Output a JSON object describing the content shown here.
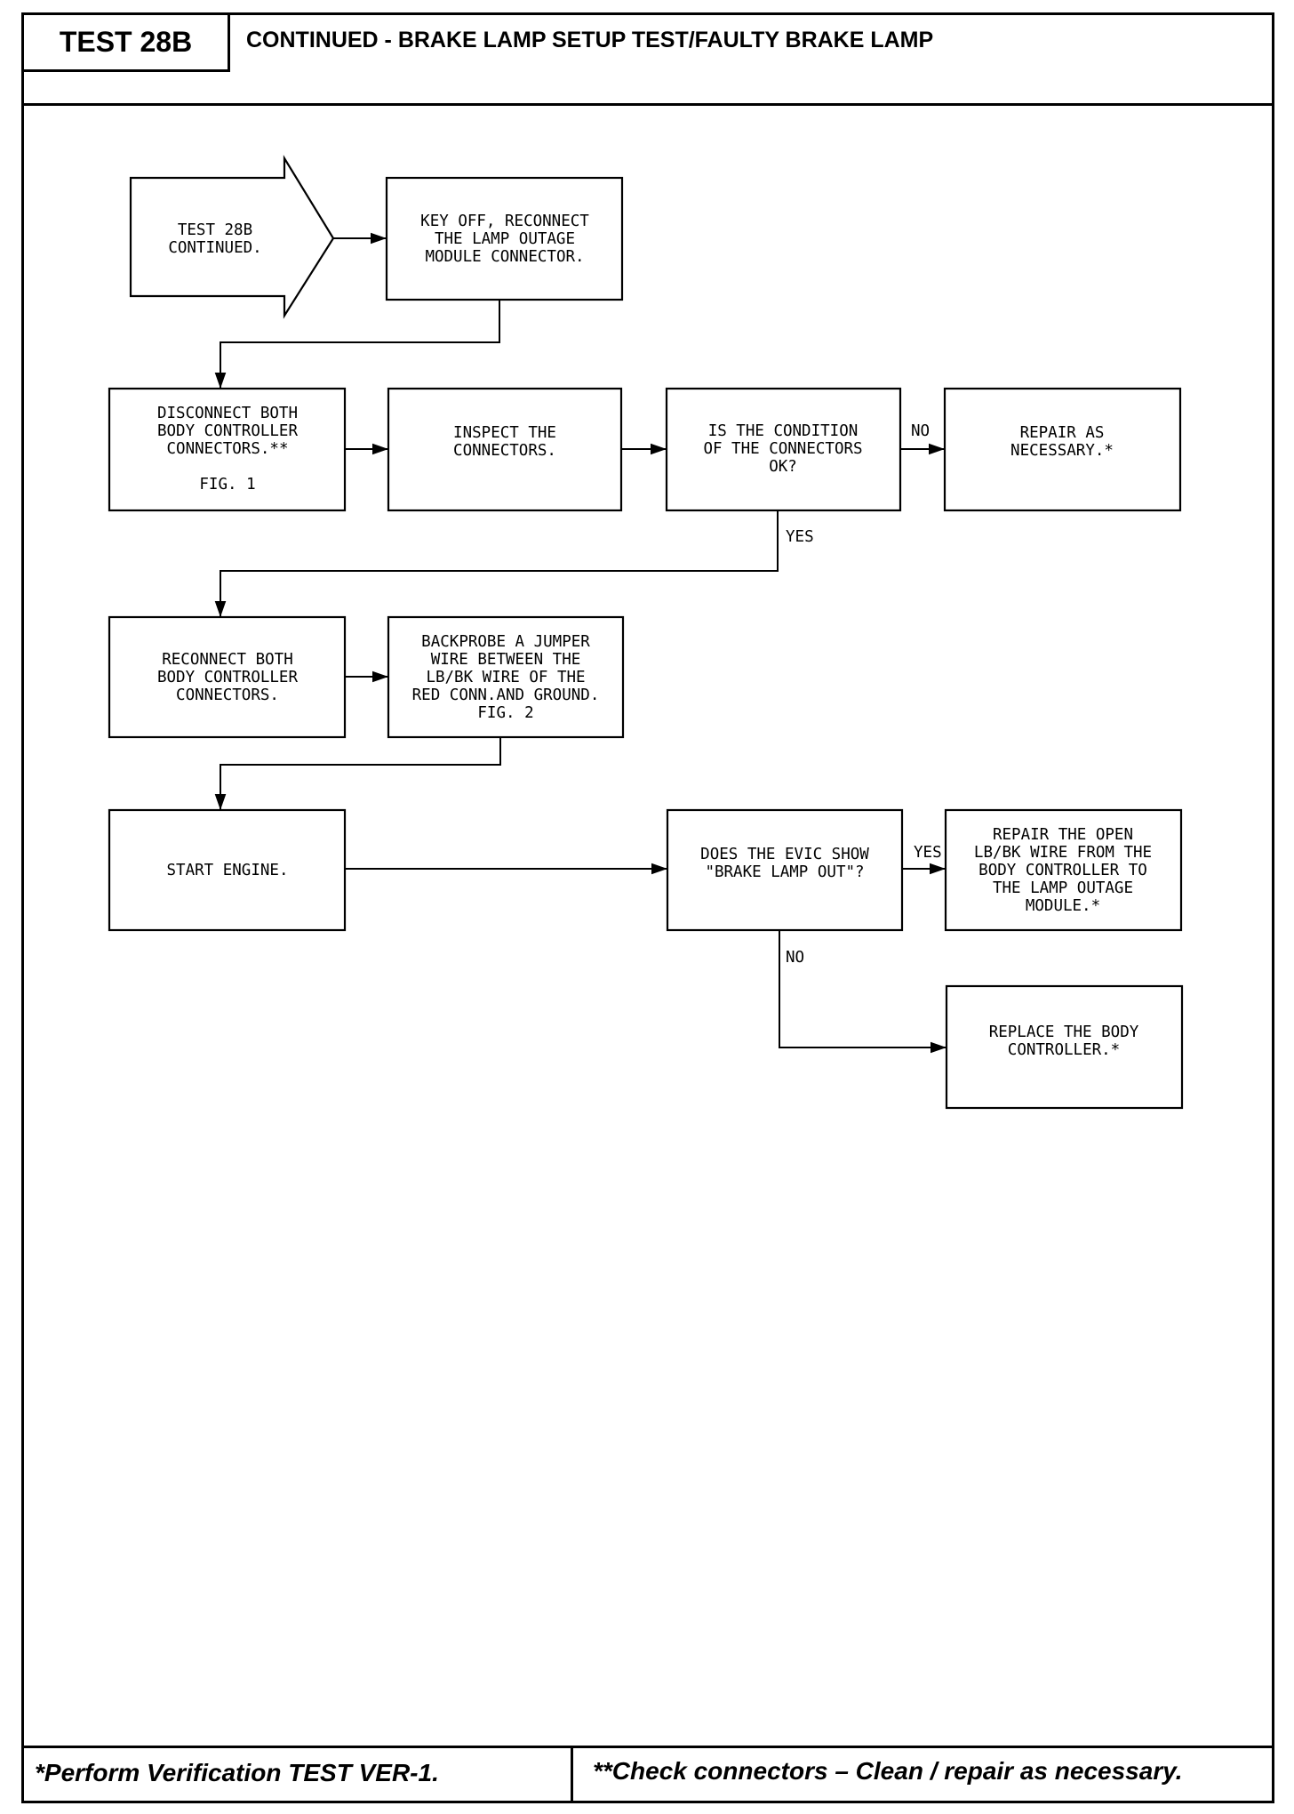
{
  "header": {
    "test_id": "TEST 28B",
    "title": "CONTINUED - BRAKE LAMP SETUP TEST/FAULTY BRAKE LAMP"
  },
  "footer": {
    "left_note": "*Perform Verification TEST VER-1.",
    "right_note": "**Check connectors – Clean / repair as necessary."
  },
  "flowchart": {
    "start_arrow": [
      "TEST 28B",
      "CONTINUED."
    ],
    "key_off": [
      "KEY OFF, RECONNECT",
      "THE LAMP OUTAGE",
      "MODULE CONNECTOR."
    ],
    "disconnect": [
      "DISCONNECT BOTH",
      "BODY CONTROLLER",
      "CONNECTORS.**",
      "",
      "FIG. 1"
    ],
    "inspect": [
      "INSPECT THE",
      "CONNECTORS."
    ],
    "condition_ok": [
      "IS THE CONDITION",
      "OF THE CONNECTORS",
      "OK?"
    ],
    "repair_necessary": [
      "REPAIR AS",
      "NECESSARY.*"
    ],
    "reconnect": [
      "RECONNECT BOTH",
      "BODY CONTROLLER",
      "CONNECTORS."
    ],
    "backprobe": [
      "BACKPROBE A JUMPER",
      "WIRE BETWEEN THE",
      "LB/BK WIRE OF THE",
      "RED CONN.AND GROUND.",
      "FIG. 2"
    ],
    "start_engine": [
      "START ENGINE."
    ],
    "evic_show": [
      "DOES THE EVIC SHOW",
      "\"BRAKE LAMP OUT\"?"
    ],
    "repair_open": [
      "REPAIR THE OPEN",
      "LB/BK WIRE FROM THE",
      "BODY CONTROLLER TO",
      "THE LAMP OUTAGE",
      "MODULE.*"
    ],
    "replace_controller": [
      "REPLACE THE BODY",
      "CONTROLLER.*"
    ],
    "labels": {
      "no_1": "NO",
      "yes_1": "YES",
      "yes_2": "YES",
      "no_2": "NO"
    }
  }
}
